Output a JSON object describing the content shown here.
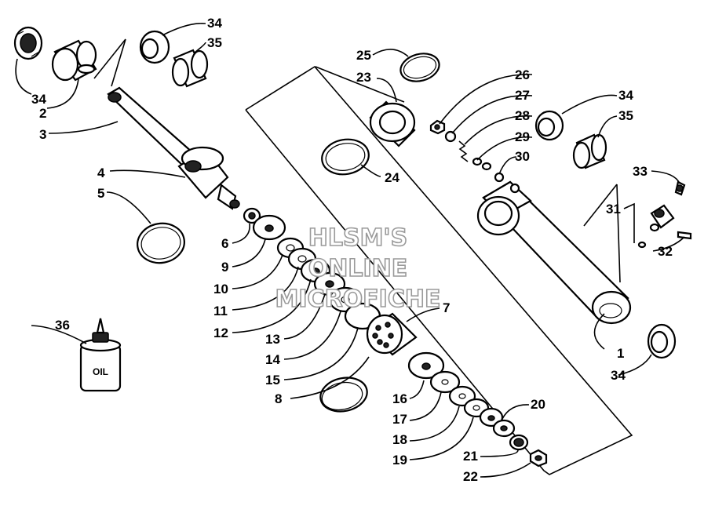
{
  "watermark": [
    "HLSM'S",
    "ONLINE",
    "MICROFICHE"
  ],
  "oil_bottle_text": "OIL",
  "callouts": [
    "34",
    "35",
    "34",
    "2",
    "3",
    "4",
    "5",
    "6",
    "9",
    "10",
    "11",
    "12",
    "13",
    "14",
    "15",
    "8",
    "7",
    "36",
    "25",
    "23",
    "26",
    "27",
    "28",
    "29",
    "30",
    "24",
    "34",
    "35",
    "33",
    "31",
    "32",
    "1",
    "34",
    "16",
    "17",
    "18",
    "19",
    "20",
    "21",
    "22"
  ]
}
